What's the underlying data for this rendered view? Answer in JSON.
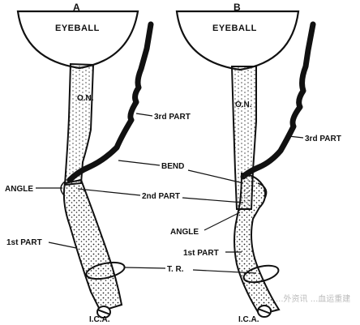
{
  "panels": [
    {
      "letter": "A",
      "eyeball": "EYEBALL",
      "optic_nerve": "O.N.",
      "labels": {
        "third_part": "3rd PART",
        "bend": "BEND",
        "angle": "ANGLE",
        "second_part": "2nd PART",
        "first_part": "1st PART",
        "tr": "T. R.",
        "ica": "I.C.A."
      }
    },
    {
      "letter": "B",
      "eyeball": "EYEBALL",
      "optic_nerve": "O.N.",
      "labels": {
        "third_part": "3rd PART",
        "angle": "ANGLE",
        "first_part": "1st PART",
        "ica": "I.C.A."
      }
    }
  ],
  "watermark": "...外资讯 ...血运重建",
  "colors": {
    "ink": "#111111",
    "background": "#ffffff"
  }
}
